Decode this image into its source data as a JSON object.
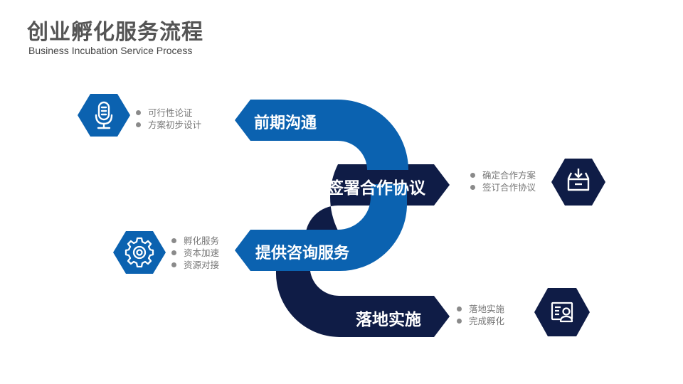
{
  "header": {
    "title": "创业孵化服务流程",
    "subtitle": "Business Incubation  Service Process"
  },
  "colors": {
    "light_blue": "#0b62b0",
    "dark_navy": "#0f1c46",
    "bullet_text": "#777777"
  },
  "steps": [
    {
      "label": "前期沟通",
      "icon": "microphone-icon",
      "bullets": [
        "可行性论证",
        "方案初步设计"
      ]
    },
    {
      "label": "签署合作协议",
      "icon": "inbox-download-icon",
      "bullets": [
        "确定合作方案",
        "签订合作协议"
      ]
    },
    {
      "label": "提供咨询服务",
      "icon": "gear-icon",
      "bullets": [
        "孵化服务",
        "资本加速",
        "资源对接"
      ]
    },
    {
      "label": "落地实施",
      "icon": "certificate-icon",
      "bullets": [
        "落地实施",
        "完成孵化"
      ]
    }
  ]
}
